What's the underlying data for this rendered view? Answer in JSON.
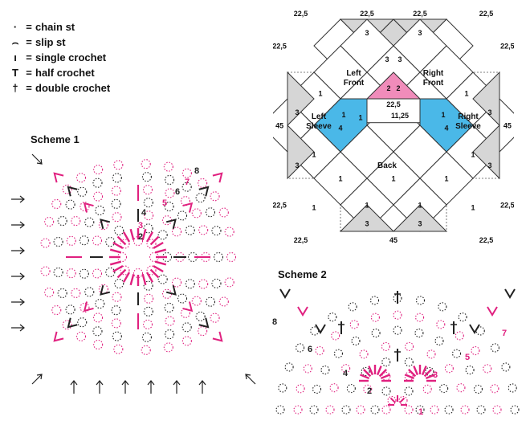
{
  "legend": {
    "items": [
      {
        "symbol": "·",
        "label": "chain st"
      },
      {
        "symbol": "⌢",
        "label": "slip st"
      },
      {
        "symbol": "ı",
        "label": "single crochet"
      },
      {
        "symbol": "T",
        "label": "half crochet"
      },
      {
        "symbol": "†",
        "label": "double crochet"
      }
    ],
    "equals": "="
  },
  "scheme1": {
    "title": "Scheme 1",
    "round_labels": [
      "2",
      "3",
      "4",
      "5",
      "6",
      "7",
      "8"
    ]
  },
  "scheme2": {
    "title": "Scheme 2",
    "round_labels": [
      "1",
      "2",
      "3",
      "4",
      "5",
      "6",
      "7",
      "8"
    ]
  },
  "layout": {
    "pieces": {
      "left_front": "Left\nFront",
      "right_front": "Right\nFront",
      "left_sleeve": "Left\nSleeve",
      "right_sleeve": "Right\nSleeve",
      "back": "Back"
    },
    "dimensions": {
      "top_left": "22,5",
      "top_mid_left": "22,5",
      "top_mid_right": "22,5",
      "top_right": "22,5",
      "left_upper": "22,5",
      "right_upper": "22,5",
      "left_mid": "45",
      "right_mid": "45",
      "left_lower": "22,5",
      "right_lower": "22,5",
      "bottom_left": "22,5",
      "bottom_mid": "45",
      "bottom_right": "22,5",
      "inner_width": "22,5",
      "inner_depth": "11,25"
    },
    "square_numbers": {
      "one": "1",
      "two": "2",
      "three": "3",
      "four": "4"
    },
    "colors": {
      "pink": "#f08cba",
      "blue": "#4ab8e8",
      "gray": "#d6d6d6",
      "line": "#333333"
    }
  },
  "colors": {
    "pink_stitch": "#e0207f",
    "dark_stitch": "#222222"
  }
}
